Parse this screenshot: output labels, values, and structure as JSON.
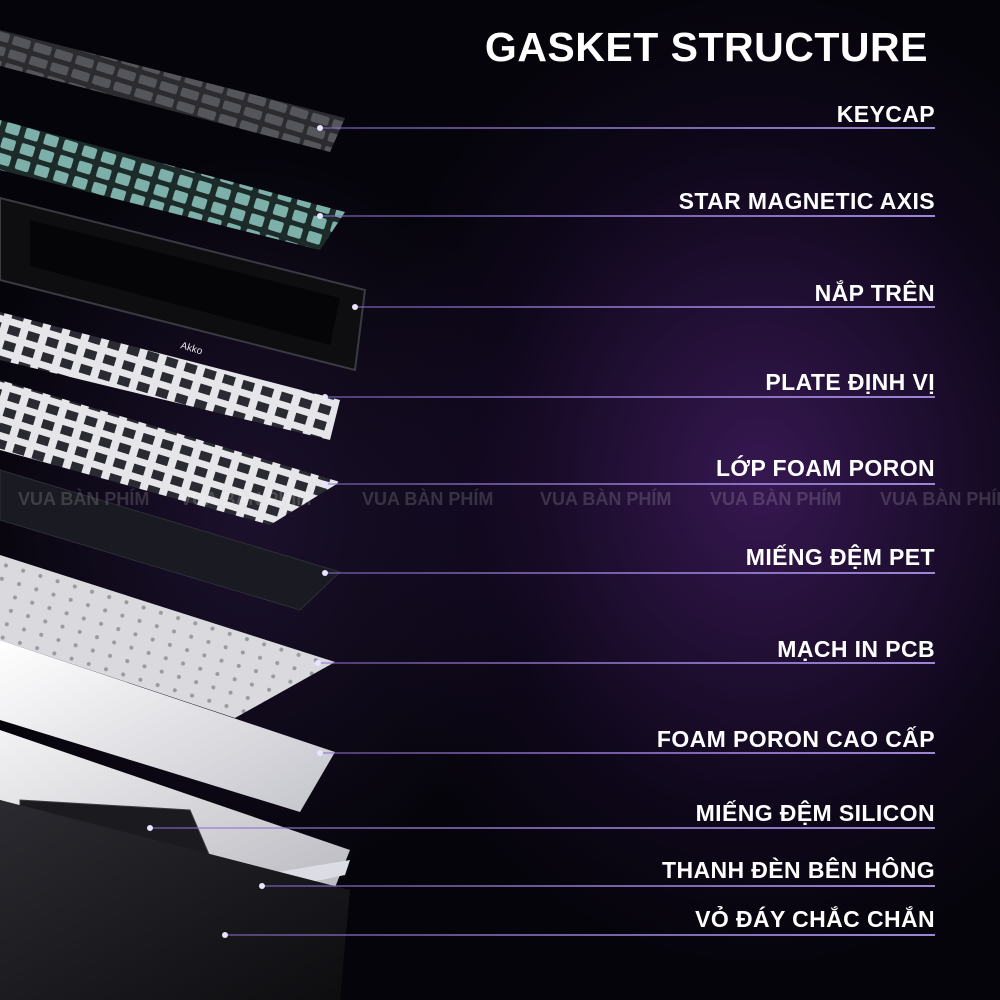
{
  "title": "GASKET STRUCTURE",
  "brand_logo": "Akko",
  "watermark": "VUA BÀN PHÍM",
  "layers": [
    {
      "label": "KEYCAP"
    },
    {
      "label": "STAR MAGNETIC AXIS"
    },
    {
      "label": "NẮP TRÊN"
    },
    {
      "label": "PLATE ĐỊNH VỊ"
    },
    {
      "label": "LỚP FOAM PORON"
    },
    {
      "label": "MIẾNG ĐỆM PET"
    },
    {
      "label": "MẠCH IN PCB"
    },
    {
      "label": "FOAM PORON CAO CẤP"
    },
    {
      "label": "MIẾNG ĐỆM SILICON"
    },
    {
      "label": "THANH ĐÈN BÊN HÔNG"
    },
    {
      "label": "VỎ ĐÁY CHẮC CHẮN"
    }
  ],
  "colors": {
    "background": "#05040a",
    "accent_line": "#9d86d8",
    "text": "#ffffff",
    "switch": "#6f9e97"
  }
}
